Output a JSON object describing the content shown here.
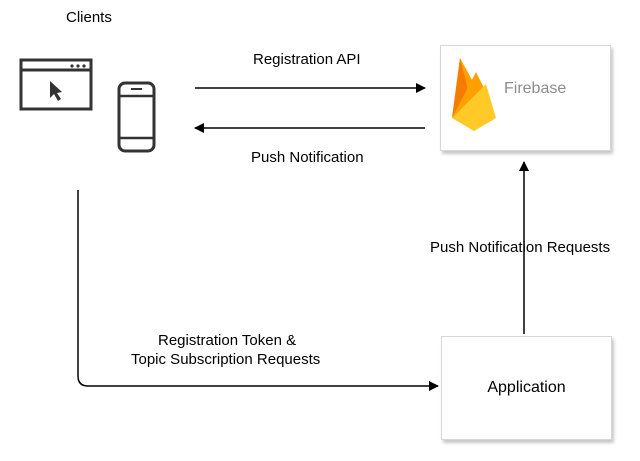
{
  "clients": {
    "label": "Clients",
    "icons": [
      "browser-window-icon",
      "smartphone-icon"
    ]
  },
  "firebase": {
    "label": "Firebase",
    "label_color": "#8c8c8c",
    "icon": "firebase-flame-icon"
  },
  "application": {
    "label": "Application"
  },
  "edges": {
    "registration_api": "Registration API",
    "push_notification": "Push Notification",
    "push_notification_requests": "Push Notification Requests",
    "registration_token_line1": "Registration Token &",
    "registration_token_line2": "Topic Subscription Requests"
  },
  "colors": {
    "flame_orange": "#f57c00",
    "flame_amber": "#ffa000",
    "flame_yellow": "#ffca28",
    "box_border": "#d6d6d6"
  }
}
